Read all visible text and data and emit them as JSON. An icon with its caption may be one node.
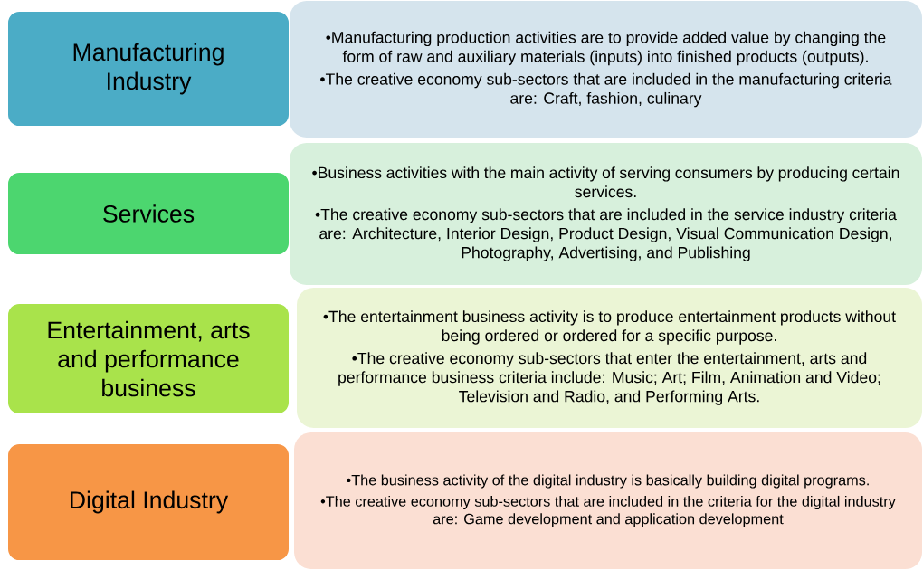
{
  "diagram": {
    "nodes": [
      {
        "text": [
          "Manufacturing Industry"
        ]
      },
      {
        "text": [
          "•Manufacturing production activities are to provide added value by changing the form of raw and auxiliary materials (inputs) into finished products (outputs).",
          "•The creative economy sub-sectors that are included in the manufacturing criteria are: Craft, fashion, culinary"
        ]
      },
      {
        "text": [
          "Services"
        ]
      },
      {
        "text": [
          "•Business activities with the main activity of serving consumers by producing certain services.",
          "•The creative economy sub-sectors that are included in the service industry criteria are: Architecture, Interior Design, Product Design, Visual Communication Design, Photography, Advertising, and Publishing"
        ]
      },
      {
        "text": [
          "Entertainment, arts and performance business"
        ]
      },
      {
        "text": [
          "•The entertainment business activity is to produce entertainment products without being ordered or ordered for a specific purpose.",
          "•The creative economy sub-sectors that enter the entertainment, arts and performance business criteria include: Music; Art; Film, Animation and Video; Television and Radio, and Performing Arts."
        ]
      },
      {
        "text": [
          "Digital Industry"
        ]
      },
      {
        "text": [
          "•The business activity of the digital industry is basically building digital programs.",
          "•The creative economy sub-sectors that are included in the criteria for the digital industry are: Game development and application development"
        ]
      }
    ]
  }
}
